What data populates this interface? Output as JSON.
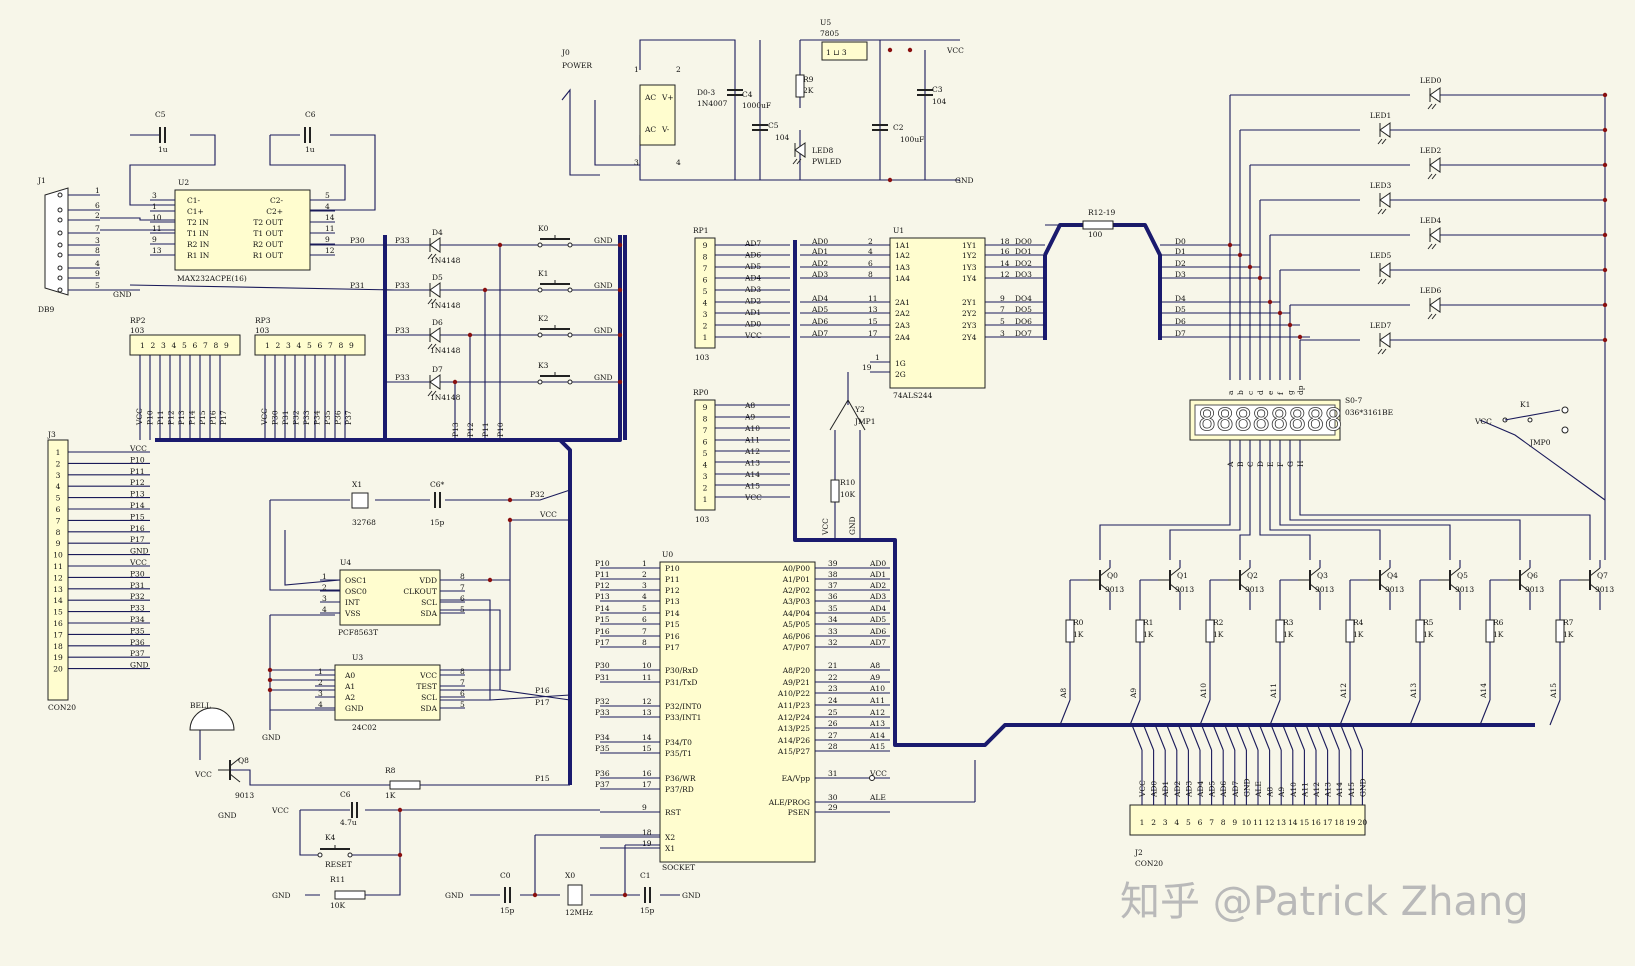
{
  "watermark": "知乎 @Patrick Zhang",
  "power": {
    "j0": "J0",
    "j0_name": "POWER",
    "u5": "U5",
    "u5_part": "7805",
    "u5_pins": "1 ⊔ 3",
    "vcc": "VCC",
    "gnd": "GND",
    "d0": "D0-3",
    "d0_part": "1N4007",
    "bridge_ac": "AC",
    "bridge_vp": "V+",
    "bridge_vm": "V-",
    "c4": "C4",
    "c4_val": "1000uF",
    "c5": "C5",
    "c5_val": "104",
    "r9": "R9",
    "r9_val": "2K",
    "led8": "LED8",
    "led8_name": "PWLED",
    "c2": "C2",
    "c2_val": "100uF",
    "c3": "C3",
    "c3_val": "104",
    "pin1": "1",
    "pin2": "2",
    "pin3": "3",
    "pin4": "4"
  },
  "rs232": {
    "j1": "J1",
    "db9": "DB9",
    "u2": "U2",
    "u2_part": "MAX232ACPE(16)",
    "c5": "C5",
    "c5_val": "1u",
    "c6": "C6",
    "c6_val": "1u",
    "gnd": "GND",
    "db_pins": [
      "1",
      "6",
      "2",
      "7",
      "3",
      "8",
      "4",
      "9",
      "5"
    ],
    "left_pins": [
      {
        "n": "3",
        "l": "C1-"
      },
      {
        "n": "1",
        "l": "C1+"
      },
      {
        "n": "10",
        "l": "T2 IN"
      },
      {
        "n": "11",
        "l": "T1 IN"
      },
      {
        "n": "9",
        "l": "R2 IN"
      },
      {
        "n": "13",
        "l": "R1 IN"
      }
    ],
    "right_pins": [
      {
        "n": "5",
        "l": "C2-"
      },
      {
        "n": "4",
        "l": "C2+"
      },
      {
        "n": "14",
        "l": "T2 OUT"
      },
      {
        "n": "11",
        "l": "T1 OUT"
      },
      {
        "n": "9",
        "l": "R2 OUT"
      },
      {
        "n": "12",
        "l": "R1 OUT"
      }
    ],
    "p30": "P30",
    "p31": "P31"
  },
  "keys": {
    "rows": [
      {
        "net": "P33",
        "d": "D4",
        "k": "K0"
      },
      {
        "net": "P33",
        "d": "D5",
        "k": "K1"
      },
      {
        "net": "P33",
        "d": "D6",
        "k": "K2"
      },
      {
        "net": "P33",
        "d": "D7",
        "k": "K3"
      }
    ],
    "diode": "1N4148",
    "gnd": "GND",
    "bottom": [
      "P13",
      "P12",
      "P11",
      "P10"
    ]
  },
  "rp2": {
    "name": "RP2",
    "val": "103",
    "pins": [
      "1",
      "2",
      "3",
      "4",
      "5",
      "6",
      "7",
      "8",
      "9"
    ],
    "nets": [
      "VCC",
      "P10",
      "P11",
      "P12",
      "P13",
      "P14",
      "P15",
      "P16",
      "P17"
    ]
  },
  "rp3": {
    "name": "RP3",
    "val": "103",
    "pins": [
      "1",
      "2",
      "3",
      "4",
      "5",
      "6",
      "7",
      "8",
      "9"
    ],
    "nets": [
      "VCC",
      "P30",
      "P31",
      "P32",
      "P33",
      "P34",
      "P35",
      "P36",
      "P37"
    ]
  },
  "j3": {
    "name": "J3",
    "part": "CON20",
    "pins": [
      "1",
      "2",
      "3",
      "4",
      "5",
      "6",
      "7",
      "8",
      "9",
      "10",
      "11",
      "12",
      "13",
      "14",
      "15",
      "16",
      "17",
      "18",
      "19",
      "20"
    ],
    "nets": [
      "VCC",
      "P10",
      "P11",
      "P12",
      "P13",
      "P14",
      "P15",
      "P16",
      "P17",
      "GND",
      "VCC",
      "P30",
      "P31",
      "P32",
      "P33",
      "P34",
      "P35",
      "P36",
      "P37",
      "GND"
    ]
  },
  "rtc": {
    "x1": "X1",
    "x1_val": "32768",
    "c6": "C6*",
    "c6_val": "15p",
    "u4": "U4",
    "u4_part": "PCF8563T",
    "p32": "P32",
    "vcc": "VCC",
    "left": [
      {
        "n": "1",
        "l": "OSC1"
      },
      {
        "n": "2",
        "l": "OSC0"
      },
      {
        "n": "3",
        "l": "INT"
      },
      {
        "n": "4",
        "l": "VSS"
      }
    ],
    "right": [
      {
        "n": "8",
        "l": "VDD"
      },
      {
        "n": "7",
        "l": "CLKOUT"
      },
      {
        "n": "6",
        "l": "SCL"
      },
      {
        "n": "5",
        "l": "SDA"
      }
    ]
  },
  "eeprom": {
    "u3": "U3",
    "u3_part": "24C02",
    "gnd": "GND",
    "p16": "P16",
    "p17": "P17",
    "left": [
      {
        "n": "1",
        "l": "A0"
      },
      {
        "n": "2",
        "l": "A1"
      },
      {
        "n": "3",
        "l": "A2"
      },
      {
        "n": "4",
        "l": "GND"
      }
    ],
    "right": [
      {
        "n": "8",
        "l": "VCC"
      },
      {
        "n": "7",
        "l": "TEST"
      },
      {
        "n": "6",
        "l": "SCL"
      },
      {
        "n": "5",
        "l": "SDA"
      }
    ]
  },
  "bell": {
    "name": "BELL",
    "q8": "Q8",
    "q8_part": "9013",
    "vcc": "VCC",
    "gnd": "GND",
    "r8": "R8",
    "r8_val": "1K",
    "p15": "P15"
  },
  "reset": {
    "vcc": "VCC",
    "c6": "C6",
    "c6_val": "4.7u",
    "k4": "K4",
    "k4_name": "RESET",
    "gnd": "GND",
    "r11": "R11",
    "r11_val": "10K"
  },
  "xtal": {
    "gnd": "GND",
    "c0": "C0",
    "c0_val": "15p",
    "x0": "X0",
    "x0_val": "12MHz",
    "c1": "C1",
    "c1_val": "15p"
  },
  "rp1": {
    "name": "RP1",
    "val": "103",
    "pins": [
      "9",
      "8",
      "7",
      "6",
      "5",
      "4",
      "3",
      "2",
      "1"
    ],
    "nets": [
      "AD7",
      "AD6",
      "AD5",
      "AD4",
      "AD3",
      "AD2",
      "AD1",
      "AD0",
      "VCC"
    ]
  },
  "rp0": {
    "name": "RP0",
    "val": "103",
    "pins": [
      "9",
      "8",
      "7",
      "6",
      "5",
      "4",
      "3",
      "2",
      "1"
    ],
    "nets": [
      "A8",
      "A9",
      "A10",
      "A11",
      "A12",
      "A13",
      "A14",
      "A15",
      "VCC"
    ]
  },
  "u1": {
    "name": "U1",
    "part": "74ALS244",
    "left": [
      {
        "net": "AD0",
        "n": "2",
        "l": "1A1"
      },
      {
        "net": "AD1",
        "n": "4",
        "l": "1A2"
      },
      {
        "net": "AD2",
        "n": "6",
        "l": "1A3"
      },
      {
        "net": "AD3",
        "n": "8",
        "l": "1A4"
      },
      {
        "net": "AD4",
        "n": "11",
        "l": "2A1"
      },
      {
        "net": "AD5",
        "n": "13",
        "l": "2A2"
      },
      {
        "net": "AD6",
        "n": "15",
        "l": "2A3"
      },
      {
        "net": "AD7",
        "n": "17",
        "l": "2A4"
      }
    ],
    "right": [
      {
        "net": "DO0",
        "n": "18",
        "l": "1Y1"
      },
      {
        "net": "DO1",
        "n": "16",
        "l": "1Y2"
      },
      {
        "net": "DO2",
        "n": "14",
        "l": "1Y3"
      },
      {
        "net": "DO3",
        "n": "12",
        "l": "1Y4"
      },
      {
        "net": "DO4",
        "n": "9",
        "l": "2Y1"
      },
      {
        "net": "DO5",
        "n": "7",
        "l": "2Y2"
      },
      {
        "net": "DO6",
        "n": "5",
        "l": "2Y3"
      },
      {
        "net": "DO7",
        "n": "3",
        "l": "2Y4"
      }
    ],
    "g1n": "1",
    "g1": "1G",
    "g2n": "19",
    "g2": "2G",
    "jmp": "JMP1",
    "jmp_ref": "Y2",
    "r10": "R10",
    "r10_val": "10K",
    "vcc": "VCC",
    "gnd": "GND"
  },
  "r12": {
    "name": "R12-19",
    "val": "100"
  },
  "leds": {
    "names": [
      "LED0",
      "LED1",
      "LED2",
      "LED3",
      "LED4",
      "LED5",
      "LED6",
      "LED7"
    ],
    "d": [
      "D0",
      "D1",
      "D2",
      "D3",
      "D4",
      "D5",
      "D6",
      "D7"
    ]
  },
  "seg": {
    "name": "S0-7",
    "part": "036*3161BE",
    "digits": "88888888",
    "top": [
      "a",
      "b",
      "c",
      "d",
      "e",
      "f",
      "g",
      "dp"
    ],
    "bottom": [
      "A",
      "B",
      "C",
      "D",
      "E",
      "F",
      "G",
      "H"
    ]
  },
  "k1": {
    "name": "K1",
    "vcc": "VCC",
    "jmp": "JMP0"
  },
  "q": {
    "names": [
      "Q0",
      "Q1",
      "Q2",
      "Q3",
      "Q4",
      "Q5",
      "Q6",
      "Q7"
    ],
    "part": "9013",
    "r": [
      "R0",
      "R1",
      "R2",
      "R3",
      "R4",
      "R5",
      "R6",
      "R7"
    ],
    "rval": "1K",
    "a": [
      "A8",
      "A9",
      "A10",
      "A11",
      "A12",
      "A13",
      "A14",
      "A15"
    ]
  },
  "u0": {
    "name": "U0",
    "part": "SOCKET",
    "left": [
      {
        "net": "P10",
        "n": "1",
        "l": "P10"
      },
      {
        "net": "P11",
        "n": "2",
        "l": "P11"
      },
      {
        "net": "P12",
        "n": "3",
        "l": "P12"
      },
      {
        "net": "P13",
        "n": "4",
        "l": "P13"
      },
      {
        "net": "P14",
        "n": "5",
        "l": "P14"
      },
      {
        "net": "P15",
        "n": "6",
        "l": "P15"
      },
      {
        "net": "P16",
        "n": "7",
        "l": "P16"
      },
      {
        "net": "P17",
        "n": "8",
        "l": "P17"
      },
      {
        "net": "P30",
        "n": "10",
        "l": "P30/RxD"
      },
      {
        "net": "P31",
        "n": "11",
        "l": "P31/TxD"
      },
      {
        "net": "P32",
        "n": "12",
        "l": "P32/INT0"
      },
      {
        "net": "P33",
        "n": "13",
        "l": "P33/INT1"
      },
      {
        "net": "P34",
        "n": "14",
        "l": "P34/T0"
      },
      {
        "net": "P35",
        "n": "15",
        "l": "P35/T1"
      },
      {
        "net": "P36",
        "n": "16",
        "l": "P36/WR"
      },
      {
        "net": "P37",
        "n": "17",
        "l": "P37/RD"
      },
      {
        "net": "",
        "n": "9",
        "l": "RST"
      },
      {
        "net": "",
        "n": "18",
        "l": "X2"
      },
      {
        "net": "",
        "n": "19",
        "l": "X1"
      }
    ],
    "right": [
      {
        "net": "AD0",
        "n": "39",
        "l": "A0/P00"
      },
      {
        "net": "AD1",
        "n": "38",
        "l": "A1/P01"
      },
      {
        "net": "AD2",
        "n": "37",
        "l": "A2/P02"
      },
      {
        "net": "AD3",
        "n": "36",
        "l": "A3/P03"
      },
      {
        "net": "AD4",
        "n": "35",
        "l": "A4/P04"
      },
      {
        "net": "AD5",
        "n": "34",
        "l": "A5/P05"
      },
      {
        "net": "AD6",
        "n": "33",
        "l": "A6/P06"
      },
      {
        "net": "AD7",
        "n": "32",
        "l": "A7/P07"
      },
      {
        "net": "A8",
        "n": "21",
        "l": "A8/P20"
      },
      {
        "net": "A9",
        "n": "22",
        "l": "A9/P21"
      },
      {
        "net": "A10",
        "n": "23",
        "l": "A10/P22"
      },
      {
        "net": "A11",
        "n": "24",
        "l": "A11/P23"
      },
      {
        "net": "A12",
        "n": "25",
        "l": "A12/P24"
      },
      {
        "net": "A13",
        "n": "26",
        "l": "A13/P25"
      },
      {
        "net": "A14",
        "n": "27",
        "l": "A14/P26"
      },
      {
        "net": "A15",
        "n": "28",
        "l": "A15/P27"
      },
      {
        "net": "VCC",
        "n": "31",
        "l": "EA/Vpp"
      },
      {
        "net": "ALE",
        "n": "30",
        "l": "ALE/PROG"
      },
      {
        "net": "",
        "n": "29",
        "l": "PSEN"
      }
    ]
  },
  "j2": {
    "name": "J2",
    "part": "CON20",
    "pins": [
      "1",
      "2",
      "3",
      "4",
      "5",
      "6",
      "7",
      "8",
      "9",
      "10",
      "11",
      "12",
      "13",
      "14",
      "15",
      "16",
      "17",
      "18",
      "19",
      "20"
    ],
    "nets": [
      "VCC",
      "AD0",
      "AD1",
      "AD2",
      "AD3",
      "AD4",
      "AD5",
      "AD6",
      "AD7",
      "GND",
      "ALE",
      "A8",
      "A9",
      "A10",
      "A11",
      "A12",
      "A13",
      "A14",
      "A15",
      "GND"
    ]
  }
}
